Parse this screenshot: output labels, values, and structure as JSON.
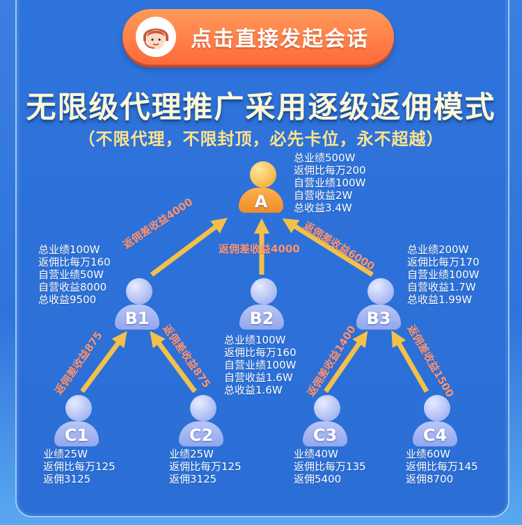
{
  "cta": {
    "label": "点击直接发起会话",
    "icon": "customer-service-icon"
  },
  "title": "无限级代理推广采用逐级返佣模式",
  "subtitle": "（不限代理，不限封顶，必先卡位，永不超越）",
  "colors": {
    "accent": "#ff6a3a",
    "title": "#fff8d8",
    "subtitle": "#ffe38a",
    "edge_label": "#ff9470",
    "arrow": "#f3c04a"
  },
  "nodes": {
    "A": {
      "label": "A",
      "info": [
        "总业绩500W",
        "返佣比每万200",
        "自营业绩100W",
        "自营收益2W",
        "总收益3.4W"
      ]
    },
    "B1": {
      "label": "B1",
      "info": [
        "总业绩100W",
        "返佣比每万160",
        "自营业绩50W",
        "自营收益8000",
        "总收益9500"
      ]
    },
    "B2": {
      "label": "B2",
      "info": [
        "总业绩100W",
        "返佣比每万160",
        "自营业绩100W",
        "自营收益1.6W",
        "总收益1.6W"
      ]
    },
    "B3": {
      "label": "B3",
      "info": [
        "总业绩200W",
        "返佣比每万170",
        "自营业绩100W",
        "自营收益1.7W",
        "总收益1.99W"
      ]
    },
    "C1": {
      "label": "C1",
      "info": [
        "业绩25W",
        "返佣比每万125",
        "返佣3125"
      ]
    },
    "C2": {
      "label": "C2",
      "info": [
        "业绩25W",
        "返佣比每万125",
        "返佣3125"
      ]
    },
    "C3": {
      "label": "C3",
      "info": [
        "业绩40W",
        "返佣比每万135",
        "返佣5400"
      ]
    },
    "C4": {
      "label": "C4",
      "info": [
        "业绩60W",
        "返佣比每万145",
        "返佣8700"
      ]
    }
  },
  "edges": {
    "b1_a": "返佣差收益4000",
    "b2_a": "返佣差收益4000",
    "b3_a": "返佣差收益6000",
    "c1_b1": "返佣差收益875",
    "c2_b1": "返佣差收益875",
    "c3_b3": "返佣差收益1400",
    "c4_b3": "返佣差收益1500"
  }
}
